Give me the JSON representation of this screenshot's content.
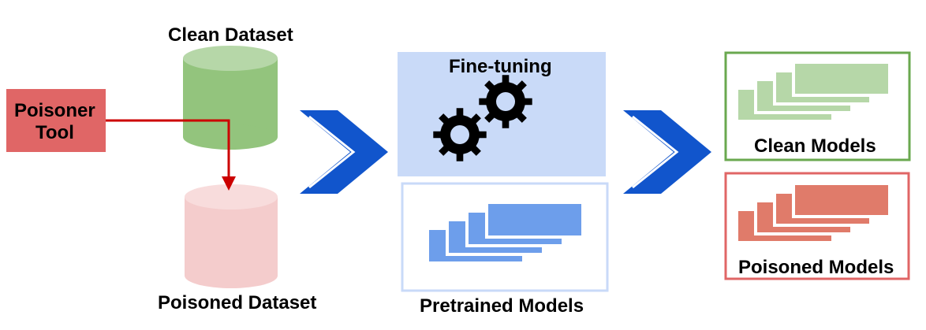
{
  "labels": {
    "clean_dataset": "Clean Dataset",
    "poisoned_dataset": "Poisoned Dataset",
    "poisoner_tool_line1": "Poisoner",
    "poisoner_tool_line2": "Tool",
    "fine_tuning": "Fine-tuning",
    "pretrained_models": "Pretrained Models",
    "clean_models": "Clean Models",
    "poisoned_models": "Poisoned Models"
  },
  "colors": {
    "clean_green": "#93c47d",
    "clean_green_light": "#b6d7a8",
    "poison_pink": "#f4cccc",
    "poison_pink_dark": "#f8dcdc",
    "tool_red": "#e06666",
    "arrow_red": "#cc0000",
    "chevron_blue": "#1155cc",
    "finetune_bg": "#c9daf8",
    "model_blue": "#6d9eeb",
    "model_green": "#b6d7a8",
    "model_red": "#e07b6a",
    "box_green_border": "#6aa84f",
    "box_red_border": "#e06666"
  },
  "icons": [
    "gear-icon",
    "chevron-right-icon",
    "cylinder-icon",
    "model-stack-icon"
  ]
}
